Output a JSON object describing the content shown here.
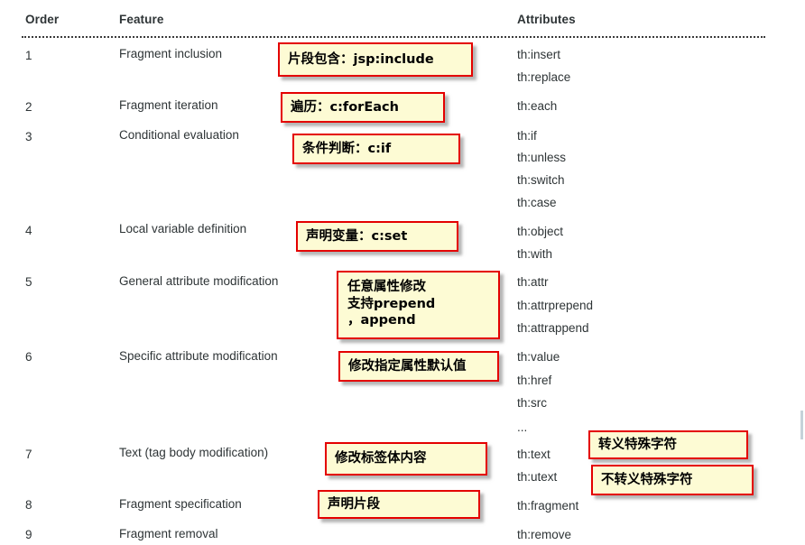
{
  "table": {
    "headers": {
      "order": "Order",
      "feature": "Feature",
      "attributes": "Attributes"
    },
    "rows": [
      {
        "order": "1",
        "feature": "Fragment inclusion",
        "attributes": [
          "th:insert",
          "th:replace"
        ]
      },
      {
        "order": "2",
        "feature": "Fragment iteration",
        "attributes": [
          "th:each"
        ]
      },
      {
        "order": "3",
        "feature": "Conditional evaluation",
        "attributes": [
          "th:if",
          "th:unless",
          "th:switch",
          "th:case"
        ]
      },
      {
        "order": "4",
        "feature": "Local variable definition",
        "attributes": [
          "th:object",
          "th:with"
        ]
      },
      {
        "order": "5",
        "feature": "General attribute modification",
        "attributes": [
          "th:attr",
          "th:attrprepend",
          "th:attrappend"
        ]
      },
      {
        "order": "6",
        "feature": "Specific attribute modification",
        "attributes": [
          "th:value",
          "th:href",
          "th:src",
          "..."
        ]
      },
      {
        "order": "7",
        "feature": "Text (tag body modification)",
        "attributes": [
          "th:text",
          "th:utext"
        ]
      },
      {
        "order": "8",
        "feature": "Fragment specification",
        "attributes": [
          "th:fragment"
        ]
      },
      {
        "order": "9",
        "feature": "Fragment removal",
        "attributes": [
          "th:remove"
        ]
      }
    ]
  },
  "annotations": [
    {
      "id": "fragment-inclusion",
      "lines": [
        "片段包含：jsp:include"
      ]
    },
    {
      "id": "fragment-iteration",
      "lines": [
        "遍历：c:forEach"
      ]
    },
    {
      "id": "conditional",
      "lines": [
        "条件判断：c:if"
      ]
    },
    {
      "id": "local-variable",
      "lines": [
        "声明变量：c:set"
      ]
    },
    {
      "id": "general-attribute",
      "lines": [
        "任意属性修改",
        "支持prepend",
        "，append"
      ]
    },
    {
      "id": "specific-attribute",
      "lines": [
        "修改指定属性默认值"
      ]
    },
    {
      "id": "text-body",
      "lines": [
        "修改标签体内容"
      ]
    },
    {
      "id": "escape-special",
      "lines": [
        "转义特殊字符"
      ]
    },
    {
      "id": "unescape-special",
      "lines": [
        "不转义特殊字符"
      ]
    },
    {
      "id": "fragment-spec",
      "lines": [
        "声明片段"
      ]
    }
  ],
  "colors": {
    "callout_background": "#fdfbd4",
    "callout_border": "#e40000",
    "text": "#2e3436",
    "attribute_text": "#7a7f85",
    "divider": "#3a3a3a"
  }
}
